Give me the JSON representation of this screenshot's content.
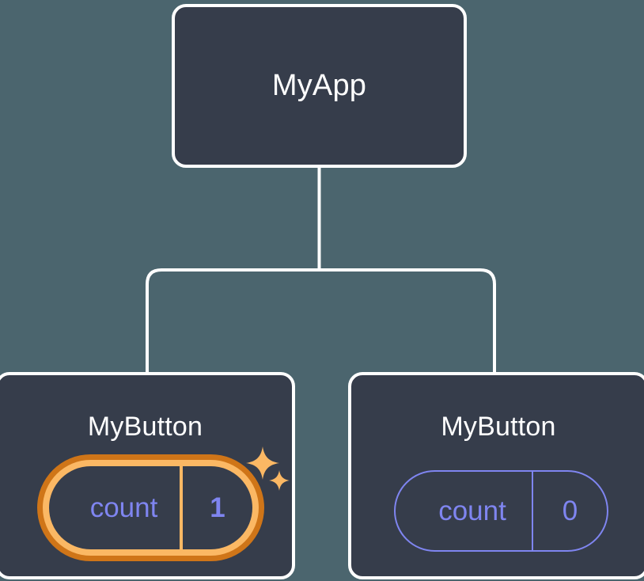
{
  "diagram": {
    "type": "component-tree",
    "background_color": "#4b656e",
    "card_color": "#363d4b",
    "card_border_color": "#ffffff",
    "connector_color": "#ffffff",
    "state_color": "#7f85f0",
    "highlight_outer_color": "#cf7518",
    "highlight_inner_color": "#fbb864",
    "root": {
      "label": "MyApp"
    },
    "children": [
      {
        "label": "MyButton",
        "state": {
          "key": "count",
          "value": "1"
        },
        "highlighted": true,
        "sparkles": [
          "sparkle-large",
          "sparkle-small"
        ]
      },
      {
        "label": "MyButton",
        "state": {
          "key": "count",
          "value": "0"
        },
        "highlighted": false
      }
    ]
  }
}
